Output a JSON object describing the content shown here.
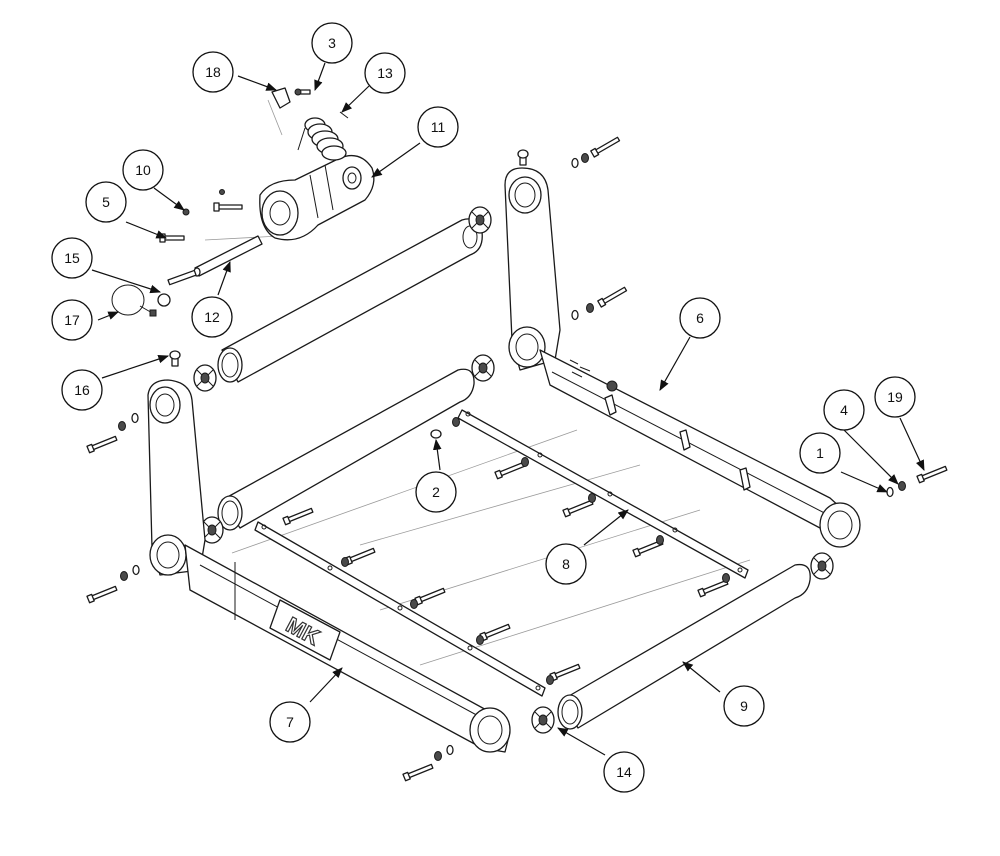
{
  "colors": {
    "line": "#1a1a1a",
    "background": "#ffffff"
  },
  "logo": {
    "text": "MK"
  },
  "callouts": [
    {
      "id": "1",
      "label": "1"
    },
    {
      "id": "2",
      "label": "2"
    },
    {
      "id": "3",
      "label": "3"
    },
    {
      "id": "4",
      "label": "4"
    },
    {
      "id": "5",
      "label": "5"
    },
    {
      "id": "6",
      "label": "6"
    },
    {
      "id": "7",
      "label": "7"
    },
    {
      "id": "8",
      "label": "8"
    },
    {
      "id": "9",
      "label": "9"
    },
    {
      "id": "10",
      "label": "10"
    },
    {
      "id": "11",
      "label": "11"
    },
    {
      "id": "12",
      "label": "12"
    },
    {
      "id": "13",
      "label": "13"
    },
    {
      "id": "14",
      "label": "14"
    },
    {
      "id": "15",
      "label": "15"
    },
    {
      "id": "16",
      "label": "16"
    },
    {
      "id": "17",
      "label": "17"
    },
    {
      "id": "18",
      "label": "18"
    },
    {
      "id": "19",
      "label": "19"
    }
  ]
}
